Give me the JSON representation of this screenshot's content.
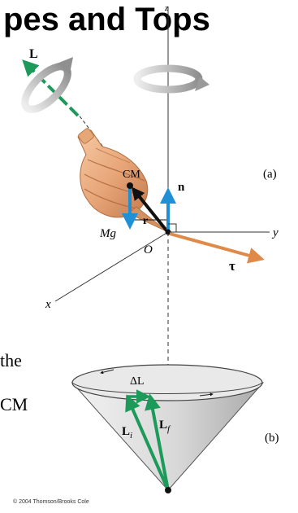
{
  "page": {
    "title": "pes and Tops",
    "side_text": [
      "the",
      "CM"
    ],
    "copyright": "© 2004 Thomson/Brooks Cole"
  },
  "diagram_a": {
    "tag": "(a)",
    "labels": {
      "angular_momentum": "L",
      "center_of_mass": "CM",
      "normal_force": "n",
      "weight": "Mg",
      "position": "r",
      "origin": "O",
      "y_axis": "y",
      "z_axis": "z",
      "x_axis": "x",
      "torque": "τ"
    }
  },
  "diagram_b": {
    "tag": "(b)",
    "labels": {
      "delta_L": "ΔL",
      "L_initial": "L",
      "L_initial_sub": "i",
      "L_final": "L",
      "L_final_sub": "f"
    }
  },
  "colors": {
    "green_arrow": "#1c9a5a",
    "blue_arrow": "#1f8fd6",
    "torque_arrow": "#e08a4a",
    "top_body": "#e8a77a",
    "cone_gray": "#c9c9c9"
  }
}
